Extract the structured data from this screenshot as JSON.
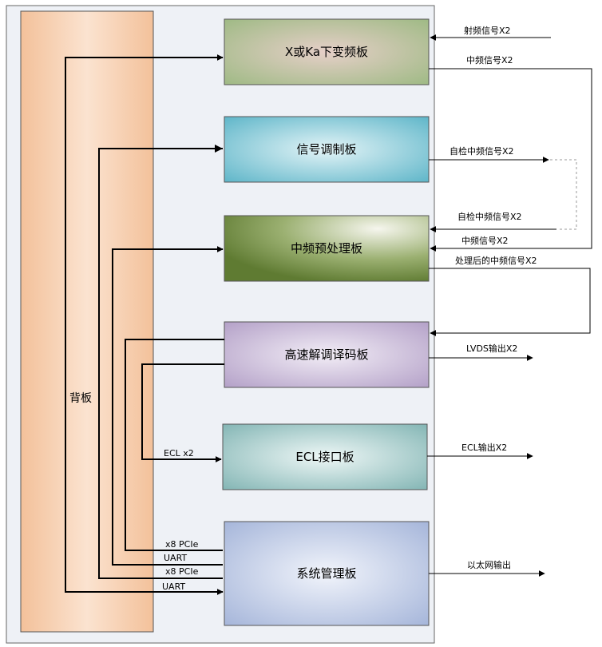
{
  "chassis_label": "背板",
  "boards": [
    {
      "id": "downconv",
      "label": "X或Ka下变频板"
    },
    {
      "id": "modulation",
      "label": "信号调制板"
    },
    {
      "id": "if_preproc",
      "label": "中频预处理板"
    },
    {
      "id": "decoder",
      "label": "高速解调译码板"
    },
    {
      "id": "ecl",
      "label": "ECL接口板"
    },
    {
      "id": "sysmgmt",
      "label": "系统管理板"
    }
  ],
  "signals": {
    "rf_in": "射频信号X2",
    "if_out_top": "中频信号X2",
    "selftest_out": "自检中频信号X2",
    "selftest_in": "自检中频信号X2",
    "if_in": "中频信号X2",
    "processed_if": "处理后的中频信号X2",
    "lvds_out": "LVDS输出X2",
    "ecl_out": "ECL输出X2",
    "ethernet_out": "以太网输出"
  },
  "bus_labels": {
    "ecl_x2": "ECL x2",
    "pcie_1": "x8 PCIe",
    "uart_1": "UART",
    "pcie_2": "x8 PCIe",
    "uart_2": "UART"
  }
}
